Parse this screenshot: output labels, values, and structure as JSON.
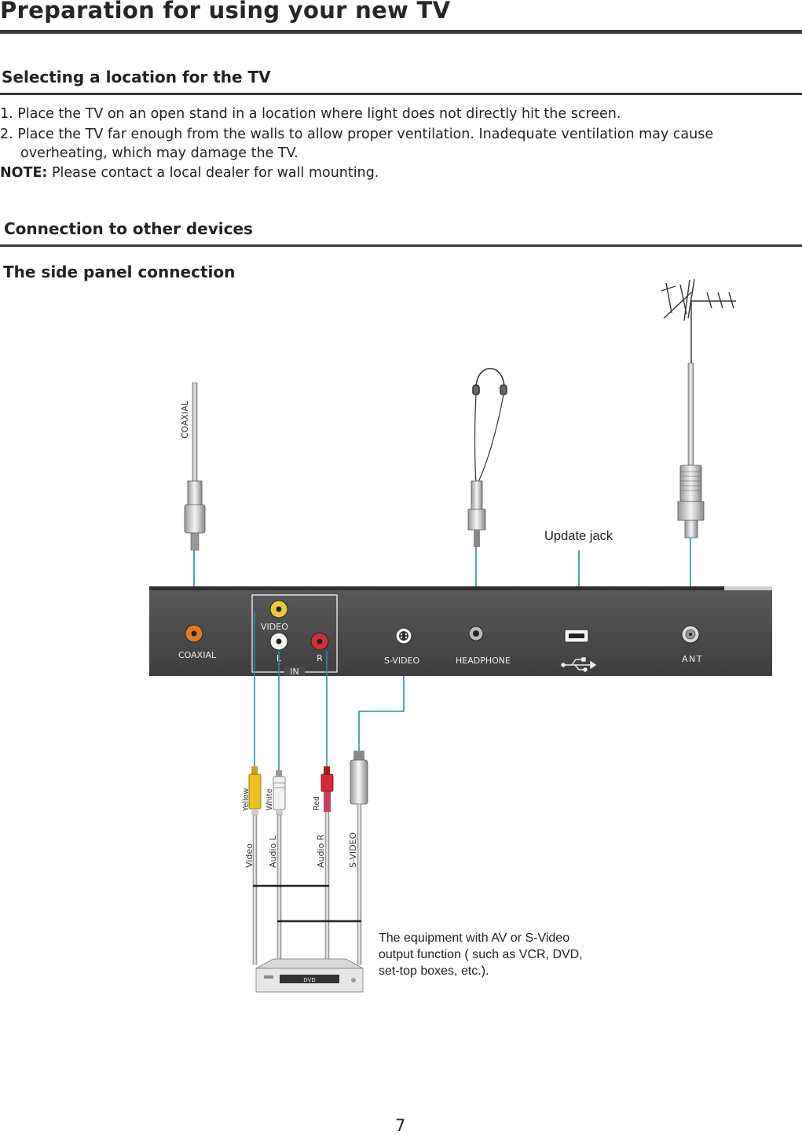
{
  "page": {
    "title": "Preparation for using your new TV",
    "page_number": "7"
  },
  "location_section": {
    "heading": "Selecting a location for the TV",
    "items": [
      "1. Place the TV on an open stand in a location where light does not directly hit the screen.",
      "2. Place the TV far enough from the walls to allow proper ventilation. Inadequate ventilation may cause",
      "overheating, which may damage the TV."
    ],
    "note_label": "NOTE:",
    "note_text": " Please contact a local dealer for wall mounting."
  },
  "connection_section": {
    "heading": "Connection to other devices",
    "subheading": "The side panel connection"
  },
  "diagram": {
    "cable_coaxial_label": "COAXIAL",
    "update_jack_label": "Update jack",
    "panel_ports": {
      "coaxial": "COAXIAL",
      "video": "VIDEO",
      "left": "L",
      "right": "R",
      "in": "IN",
      "svideo": "S-VIDEO",
      "headphone": "HEADPHONE",
      "ant": "ANT"
    },
    "plug_colors": {
      "yellow": "Yellow",
      "white": "White",
      "red": "Red"
    },
    "cable_labels": {
      "video": "Video",
      "audio_l": "Audio L",
      "audio_r": "Audio R",
      "svideo": "S-VIDEO"
    },
    "device_label": "DVD",
    "equipment_caption": [
      "The equipment with AV or S-Video",
      "output function ( such as VCR, DVD,",
      "set-top boxes, etc.)."
    ],
    "colors": {
      "leader_line": "#1f8fb0",
      "panel": "#4a4a4a",
      "coaxial_port": "#e0792a",
      "video_port": "#e8c93a",
      "red_port": "#d43030"
    }
  }
}
